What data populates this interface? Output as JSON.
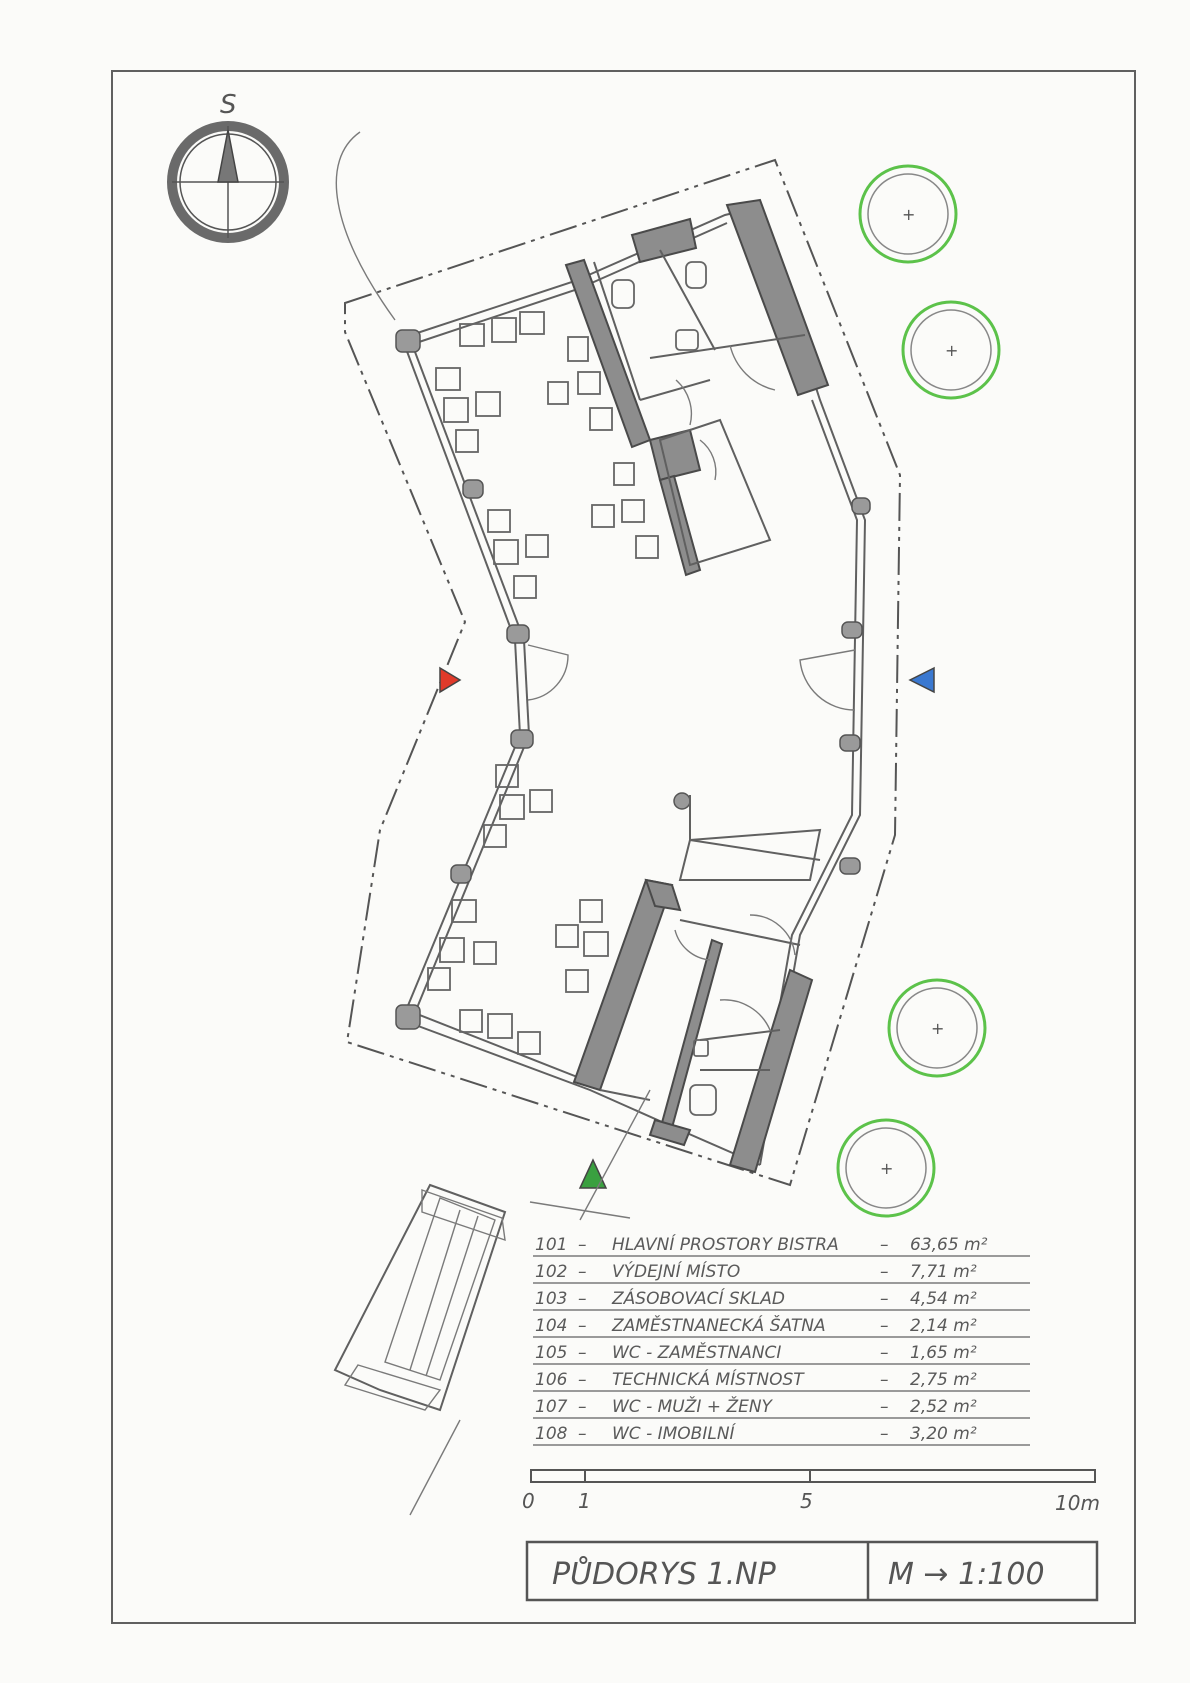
{
  "compass": {
    "label": "S"
  },
  "legend": {
    "rows": [
      {
        "num": "101",
        "name": "HLAVNÍ PROSTORY BISTRA",
        "area": "63,65 m²"
      },
      {
        "num": "102",
        "name": "VÝDEJNÍ MÍSTO",
        "area": "7,71 m²"
      },
      {
        "num": "103",
        "name": "ZÁSOBOVACÍ SKLAD",
        "area": "4,54 m²"
      },
      {
        "num": "104",
        "name": "ZAMĚSTNANECKÁ ŠATNA",
        "area": "2,14 m²"
      },
      {
        "num": "105",
        "name": "WC - ZAMĚSTNANCI",
        "area": "1,65 m²"
      },
      {
        "num": "106",
        "name": "TECHNICKÁ MÍSTNOST",
        "area": "2,75 m²"
      },
      {
        "num": "107",
        "name": "WC - MUŽI + ŽENY",
        "area": "2,52 m²"
      },
      {
        "num": "108",
        "name": "WC - IMOBILNÍ",
        "area": "3,20 m²"
      }
    ]
  },
  "scale_bar": {
    "ticks": [
      "0",
      "1",
      "5",
      "10m"
    ]
  },
  "title_block": {
    "title": "PŮDORYS 1.NP",
    "scale": "M → 1:100"
  },
  "colors": {
    "tree_green": "#5cc24a",
    "entrance_red": "#e03a2a",
    "entrance_blue": "#3a78d0",
    "entrance_green": "#3aa040",
    "wall_gray": "#8d8d8d"
  }
}
